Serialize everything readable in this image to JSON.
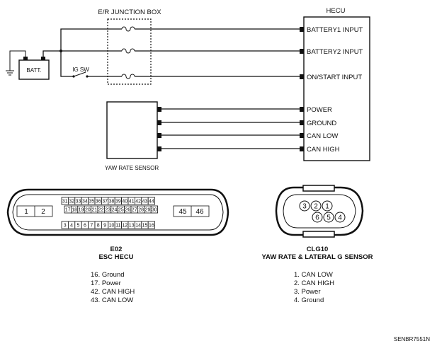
{
  "junction_box_label": "E/R JUNCTION BOX",
  "hecu_label": "HECU",
  "hecu_inputs": [
    "BATTERY1 INPUT",
    "BATTERY2 INPUT",
    "ON/START INPUT",
    "POWER",
    "GROUND",
    "CAN LOW",
    "CAN HIGH"
  ],
  "battery_label": "BATT.",
  "ig_switch_label": "IG SW",
  "yaw_sensor_label": "YAW RATE SENSOR",
  "e02": {
    "pins_top": [
      "31",
      "32",
      "33",
      "34",
      "35",
      "36",
      "37",
      "38",
      "39",
      "40",
      "41",
      "42",
      "43",
      "44"
    ],
    "pins_mid": [
      "17",
      "18",
      "19",
      "20",
      "21",
      "22",
      "23",
      "24",
      "25",
      "26",
      "27",
      "28",
      "29",
      "30"
    ],
    "pins_bottom": [
      "3",
      "4",
      "5",
      "6",
      "7",
      "8",
      "9",
      "10",
      "11",
      "12",
      "13",
      "14",
      "15",
      "16"
    ],
    "pins_left": [
      "1",
      "2"
    ],
    "pins_right": [
      "45",
      "46"
    ],
    "code": "E02",
    "name": "ESC HECU",
    "legend": [
      "16. Ground",
      "17. Power",
      "42. CAN HIGH",
      "43. CAN LOW"
    ]
  },
  "clg10": {
    "pins_top": [
      "3",
      "2",
      "1"
    ],
    "pins_bottom": [
      "6",
      "5",
      "4"
    ],
    "code": "CLG10",
    "name": "YAW RATE & LATERAL G SENSOR",
    "legend": [
      "1. CAN LOW",
      "2. CAN HIGH",
      "3. Power",
      "4. Ground"
    ]
  },
  "reference_code": "SENBR7551N"
}
